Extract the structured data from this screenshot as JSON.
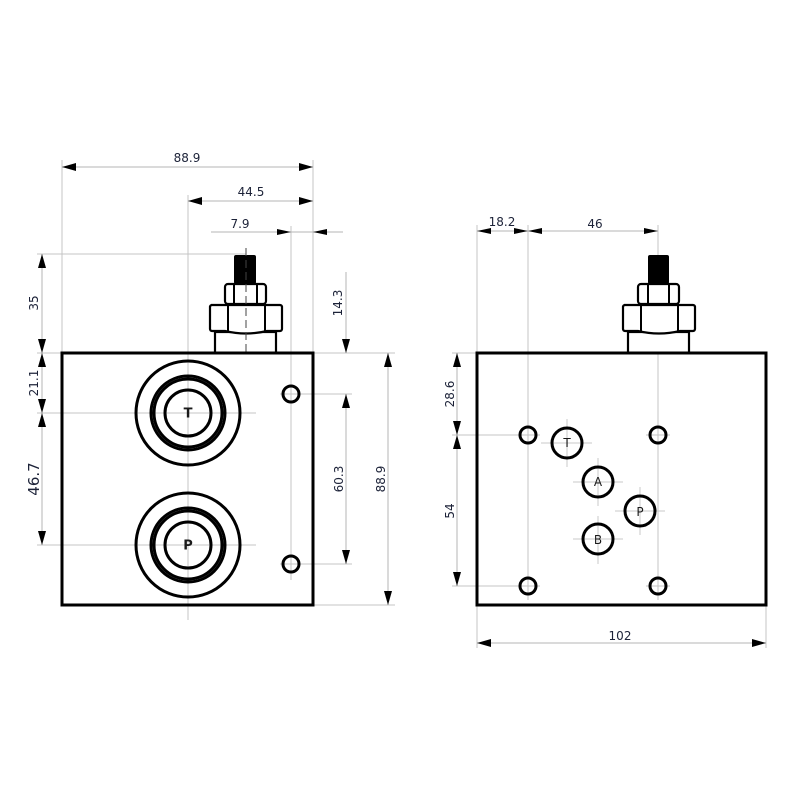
{
  "front_view": {
    "dims": {
      "width_total": "88.9",
      "to_center": "44.5",
      "hole_offset": "7.9",
      "stud_height": "35",
      "stud_to_hole": "14.3",
      "top_to_T": "21.1",
      "T_to_P": "46.7",
      "hole_spacing": "60.3",
      "height_total": "88.9"
    },
    "ports": {
      "T": "T",
      "P": "P"
    }
  },
  "side_view": {
    "dims": {
      "edge_to_hole": "18.2",
      "hole_to_stud": "46",
      "top_to_hole": "28.6",
      "hole_spacing": "54",
      "width_total": "102"
    },
    "ports": {
      "T": "T",
      "A": "A",
      "P": "P",
      "B": "B"
    }
  }
}
